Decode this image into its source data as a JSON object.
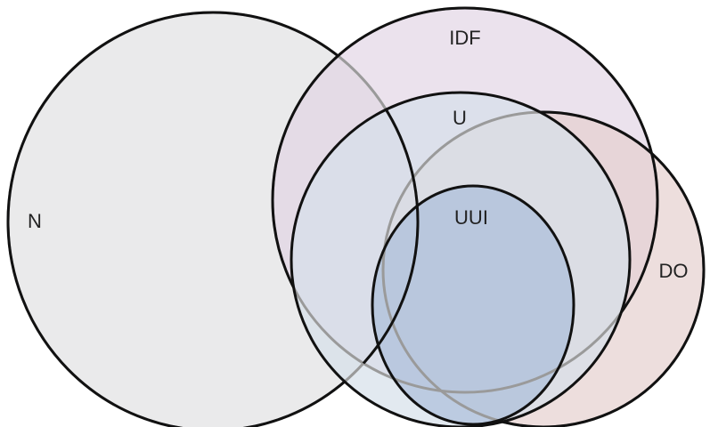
{
  "diagram": {
    "type": "venn",
    "sets": [
      {
        "id": "n",
        "label": "N",
        "fill": "#e6e6e8",
        "opacity": 0.85
      },
      {
        "id": "idf",
        "label": "IDF",
        "fill": "#e0d3e4",
        "opacity": 0.65
      },
      {
        "id": "do",
        "label": "DO",
        "fill": "#e5d0cf",
        "opacity": 0.7
      },
      {
        "id": "u",
        "label": "U",
        "fill": "#d5e0ea",
        "opacity": 0.7
      },
      {
        "id": "uui",
        "label": "UUI",
        "fill": "#a7bcd9",
        "opacity": 0.65
      }
    ],
    "stroke_color": "#111111"
  }
}
